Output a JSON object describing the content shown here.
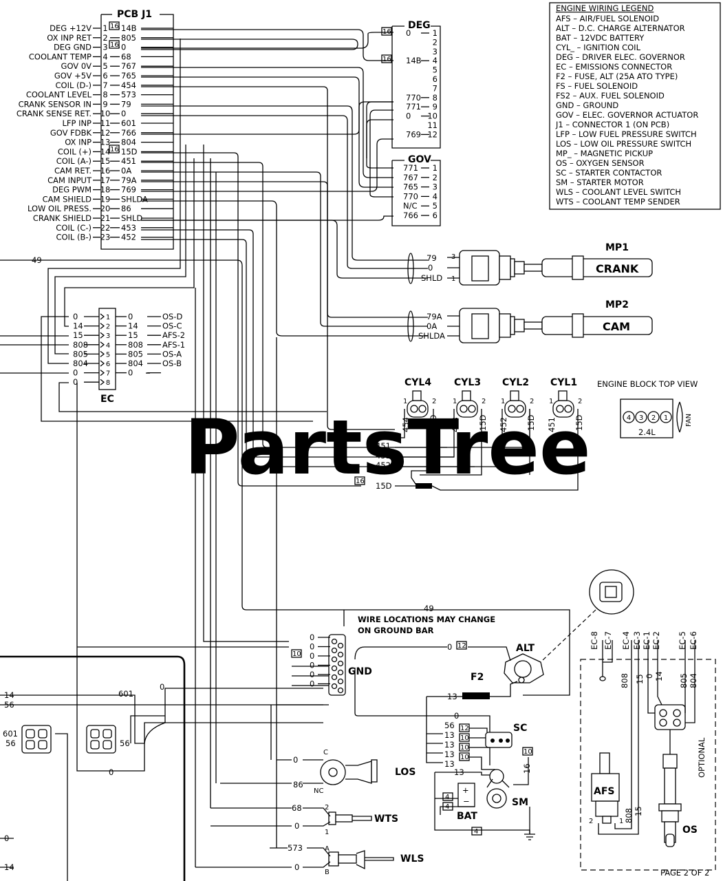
{
  "watermark": "PartsTree",
  "page_label": "PAGE 2 OF 2",
  "legend": {
    "title": "ENGINE WIRING LEGEND",
    "entries": [
      "AFS  –  AIR/FUEL SOLENOID",
      "ALT  –  D.C. CHARGE ALTERNATOR",
      "BAT  –  12VDC BATTERY",
      "CYL_  –  IGNITION COIL",
      "DEG  –  DRIVER ELEC. GOVERNOR",
      "EC  –  EMISSIONS CONNECTOR",
      "F2  –  FUSE, ALT (25A ATO TYPE)",
      "FS  –  FUEL SOLENOID",
      "FS2  –  AUX. FUEL SOLENOID",
      "GND  –  GROUND",
      "GOV  –  ELEC. GOVERNOR ACTUATOR",
      "J1  –  CONNECTOR 1 (ON PCB)",
      "LFP  –  LOW FUEL PRESSURE SWITCH",
      "LOS  –  LOW OIL PRESSURE SWITCH",
      "MP_  –  MAGNETIC PICKUP",
      "OS  –  OXYGEN SENSOR",
      "SC  –  STARTER CONTACTOR",
      "SM  –  STARTER MOTOR",
      "WLS  –  COOLANT LEVEL SWITCH",
      "WTS  –  COOLANT TEMP SENDER"
    ]
  },
  "pcb_j1": {
    "title": "PCB J1",
    "rows": [
      {
        "label": "DEG +12V",
        "pin": "1",
        "wire": "14B"
      },
      {
        "label": "OX INP RET",
        "pin": "2",
        "wire": "805"
      },
      {
        "label": "DEG GND",
        "pin": "3",
        "wire": "0"
      },
      {
        "label": "COOLANT TEMP",
        "pin": "4",
        "wire": "68"
      },
      {
        "label": "GOV 0V",
        "pin": "5",
        "wire": "767"
      },
      {
        "label": "GOV +5V",
        "pin": "6",
        "wire": "765"
      },
      {
        "label": "COIL (D-)",
        "pin": "7",
        "wire": "454"
      },
      {
        "label": "COOLANT LEVEL",
        "pin": "8",
        "wire": "573"
      },
      {
        "label": "CRANK SENSOR IN",
        "pin": "9",
        "wire": "79"
      },
      {
        "label": "CRANK SENSE RET.",
        "pin": "10",
        "wire": "0"
      },
      {
        "label": "LFP INP",
        "pin": "11",
        "wire": "601"
      },
      {
        "label": "GOV FDBK",
        "pin": "12",
        "wire": "766"
      },
      {
        "label": "OX INP",
        "pin": "13",
        "wire": "804"
      },
      {
        "label": "COIL (+)",
        "pin": "14",
        "wire": "15D"
      },
      {
        "label": "COIL (A-)",
        "pin": "15",
        "wire": "451"
      },
      {
        "label": "CAM RET.",
        "pin": "16",
        "wire": "0A"
      },
      {
        "label": "CAM INPUT",
        "pin": "17",
        "wire": "79A"
      },
      {
        "label": "DEG PWM",
        "pin": "18",
        "wire": "769"
      },
      {
        "label": "CAM SHIELD",
        "pin": "19",
        "wire": "SHLDA"
      },
      {
        "label": "LOW OIL PRESS.",
        "pin": "20",
        "wire": "86"
      },
      {
        "label": "CRANK SHIELD",
        "pin": "21",
        "wire": "SHLD"
      },
      {
        "label": "COIL (C-)",
        "pin": "22",
        "wire": "453"
      },
      {
        "label": "COIL (B-)",
        "pin": "23",
        "wire": "452"
      }
    ],
    "gauge_tags": [
      "16",
      "16",
      "16"
    ]
  },
  "deg": {
    "title": "DEG",
    "pins": [
      "1",
      "2",
      "3",
      "4",
      "5",
      "6",
      "7",
      "8",
      "9",
      "10",
      "11",
      "12"
    ],
    "wires": [
      "0",
      "",
      "",
      "14B",
      "",
      "",
      "",
      "770",
      "771",
      "0",
      "",
      "769"
    ],
    "gauge_tags": [
      "16",
      "16"
    ]
  },
  "gov": {
    "title": "GOV",
    "pins": [
      "1",
      "2",
      "3",
      "4",
      "5",
      "6"
    ],
    "wires": [
      "771",
      "767",
      "765",
      "770",
      "N/C",
      "766"
    ]
  },
  "mp1": {
    "title": "MP1",
    "body": "CRANK",
    "wires": [
      "79",
      "0",
      "SHLD"
    ],
    "pins": [
      "3",
      "1"
    ]
  },
  "mp2": {
    "title": "MP2",
    "body": "CAM",
    "wires": [
      "79A",
      "0A",
      "SHLDA"
    ]
  },
  "ec": {
    "title": "EC",
    "pins": [
      "1",
      "2",
      "3",
      "4",
      "5",
      "6",
      "7",
      "8"
    ],
    "left_wires": [
      "0",
      "14",
      "15",
      "808",
      "805",
      "804",
      "0",
      "0"
    ],
    "right_wires": [
      "0",
      "14",
      "15",
      "808",
      "805",
      "804",
      "0",
      ""
    ],
    "right_labels": [
      "OS-D",
      "OS-C",
      "AFS-2",
      "AFS-1",
      "OS-A",
      "OS-B",
      "",
      ""
    ]
  },
  "coils": [
    {
      "title": "CYL4",
      "pins": [
        "1",
        "2"
      ],
      "wires": [
        "454",
        "15D"
      ]
    },
    {
      "title": "CYL3",
      "pins": [
        "1",
        "2"
      ],
      "wires": [
        "453",
        "15D"
      ]
    },
    {
      "title": "CYL2",
      "pins": [
        "1",
        "2"
      ],
      "wires": [
        "452",
        "15D"
      ]
    },
    {
      "title": "CYL1",
      "pins": [
        "1",
        "2"
      ],
      "wires": [
        "451",
        "15D"
      ]
    }
  ],
  "coil_bus": {
    "wires": [
      "454",
      "451",
      "453",
      "452"
    ],
    "splice_wire": "15D",
    "tag": "16"
  },
  "engine_block": {
    "title": "ENGINE BLOCK TOP VIEW",
    "cylinders": [
      "4",
      "3",
      "2",
      "1"
    ],
    "size": "2.4L",
    "fan": "FAN"
  },
  "ground_note": [
    "WIRE LOCATIONS MAY CHANGE",
    "ON GROUND BAR"
  ],
  "gnd": {
    "title": "GND",
    "wires": [
      "0",
      "0",
      "0",
      "0",
      "0",
      "0"
    ],
    "tag": "10"
  },
  "alt": {
    "title": "ALT",
    "wire_top": "49",
    "wire_0": "0",
    "tag": "12"
  },
  "f2": {
    "title": "F2",
    "wire": "13"
  },
  "sc": {
    "title": "SC",
    "wires": [
      "0",
      "56",
      "13",
      "13",
      "13",
      "13"
    ],
    "tags": [
      "12",
      "10",
      "10",
      "10"
    ]
  },
  "sm": {
    "title": "SM",
    "wires": [
      "13",
      "16"
    ],
    "tag": "10"
  },
  "bat": {
    "title": "BAT",
    "tags": [
      "4",
      "4",
      "4"
    ]
  },
  "los": {
    "title": "LOS",
    "wires": [
      "0",
      "86"
    ],
    "pins": [
      "C",
      "NC"
    ]
  },
  "wts": {
    "title": "WTS",
    "wires": [
      "68",
      "0"
    ],
    "pins": [
      "2",
      "1"
    ]
  },
  "wls": {
    "title": "WLS",
    "wires": [
      "573",
      "0"
    ],
    "pins": [
      "A",
      "B"
    ]
  },
  "optional_box": {
    "label": "OPTIONAL",
    "ec_labels": [
      "EC-8",
      "EC-7",
      "EC-4",
      "EC-3",
      "EC-1",
      "EC-2",
      "EC-5",
      "EC-6"
    ],
    "wires": [
      "808",
      "15",
      "0",
      "14",
      "805",
      "804"
    ],
    "afs": {
      "title": "AFS",
      "pins": [
        "2",
        "1"
      ],
      "wires": [
        "808",
        "15"
      ]
    },
    "os_title": "OS"
  },
  "left_edge": {
    "wire_49": "49",
    "wires": [
      "14",
      "56",
      "601",
      "56",
      "0",
      "14",
      "0",
      "56",
      "601"
    ],
    "misc": [
      "601",
      "0",
      "56",
      "0"
    ]
  }
}
